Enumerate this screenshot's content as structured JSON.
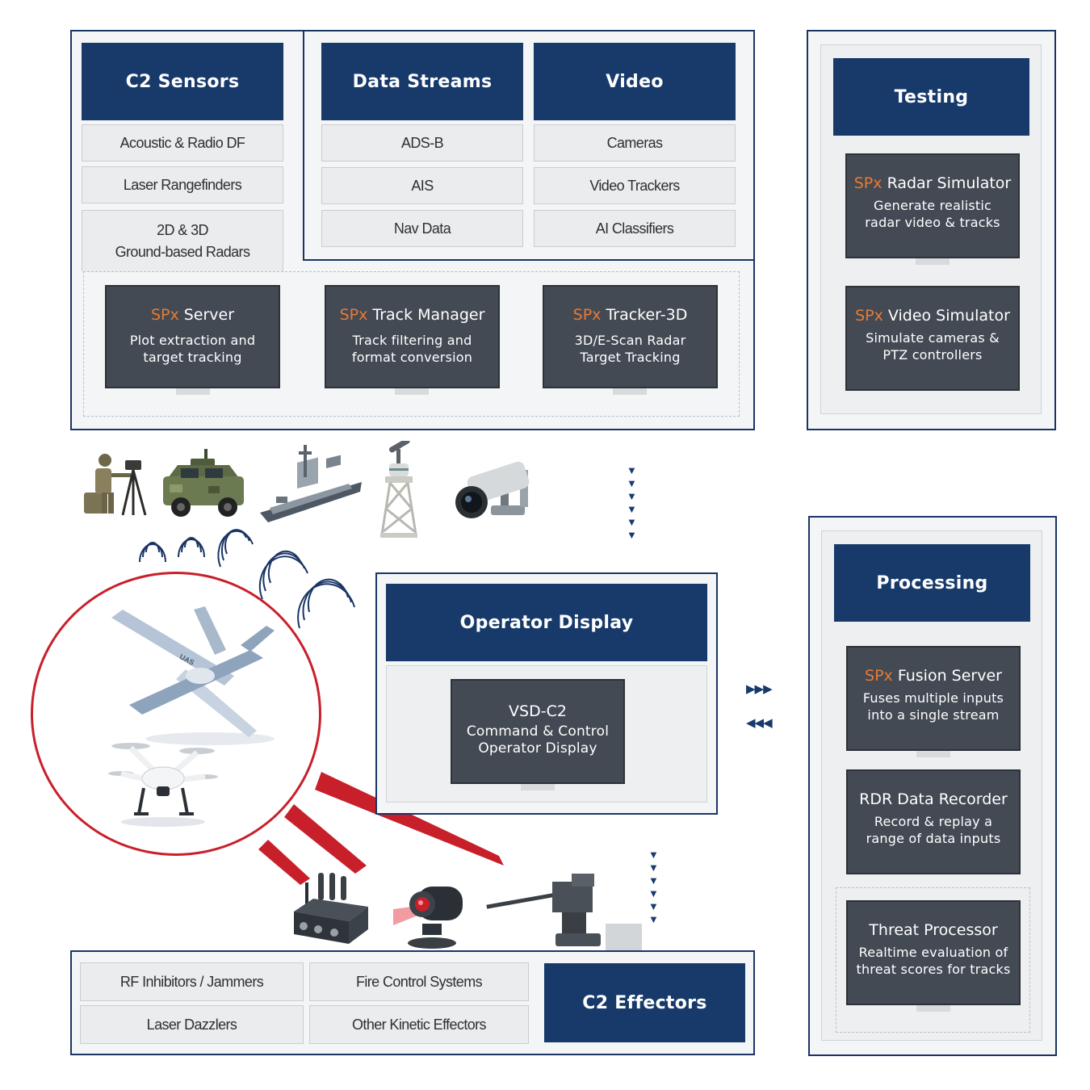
{
  "c2_sensors": {
    "title": "C2 Sensors",
    "items": [
      "Acoustic & Radio DF",
      "Laser Rangefinders",
      "2D & 3D",
      "Ground-based Radars"
    ]
  },
  "data_streams": {
    "title": "Data Streams",
    "items": [
      "ADS-B",
      "AIS",
      "Nav Data"
    ]
  },
  "video": {
    "title": "Video",
    "items": [
      "Cameras",
      "Video Trackers",
      "AI Classifiers"
    ]
  },
  "spx": {
    "prefix": "SPx",
    "server": {
      "name": "Server",
      "desc1": "Plot extraction and",
      "desc2": "target tracking"
    },
    "track_manager": {
      "name": "Track Manager",
      "desc1": "Track filtering and",
      "desc2": "format conversion"
    },
    "tracker3d": {
      "name": "Tracker-3D",
      "desc1": "3D/E-Scan Radar",
      "desc2": "Target Tracking"
    }
  },
  "testing": {
    "title": "Testing",
    "radar_sim": {
      "name": "Radar Simulator",
      "desc1": "Generate realistic",
      "desc2": "radar video & tracks"
    },
    "video_sim": {
      "name": "Video Simulator",
      "desc1": "Simulate cameras &",
      "desc2": "PTZ controllers"
    }
  },
  "operator_display": {
    "title": "Operator Display",
    "monitor": {
      "name": "VSD-C2",
      "desc1": "Command & Control",
      "desc2": "Operator Display"
    }
  },
  "processing": {
    "title": "Processing",
    "fusion": {
      "name": "Fusion Server",
      "desc1": "Fuses multiple inputs",
      "desc2": "into a single stream"
    },
    "rdr": {
      "name": "RDR Data Recorder",
      "desc1": "Record & replay a",
      "desc2": "range of data inputs"
    },
    "threat": {
      "name": "Threat Processor",
      "desc1": "Realtime evaluation of",
      "desc2": "threat scores for tracks"
    }
  },
  "c2_effectors": {
    "title": "C2 Effectors",
    "items": [
      "RF Inhibitors / Jammers",
      "Fire Control Systems",
      "Laser Dazzlers",
      "Other Kinetic Effectors"
    ]
  },
  "icons": [
    "soldier-icon",
    "armored-vehicle-icon",
    "warship-icon",
    "radar-tower-icon",
    "camera-icon",
    "uav-icon",
    "quadcopter-drone-icon",
    "rf-jammer-icon",
    "laser-dazzler-icon",
    "kinetic-turret-icon"
  ],
  "colors": {
    "navy": "#173a6b",
    "accent_orange": "#e87a33",
    "threat_red": "#c8202a",
    "monitor": "#434a54"
  },
  "drone_label": "UAS"
}
